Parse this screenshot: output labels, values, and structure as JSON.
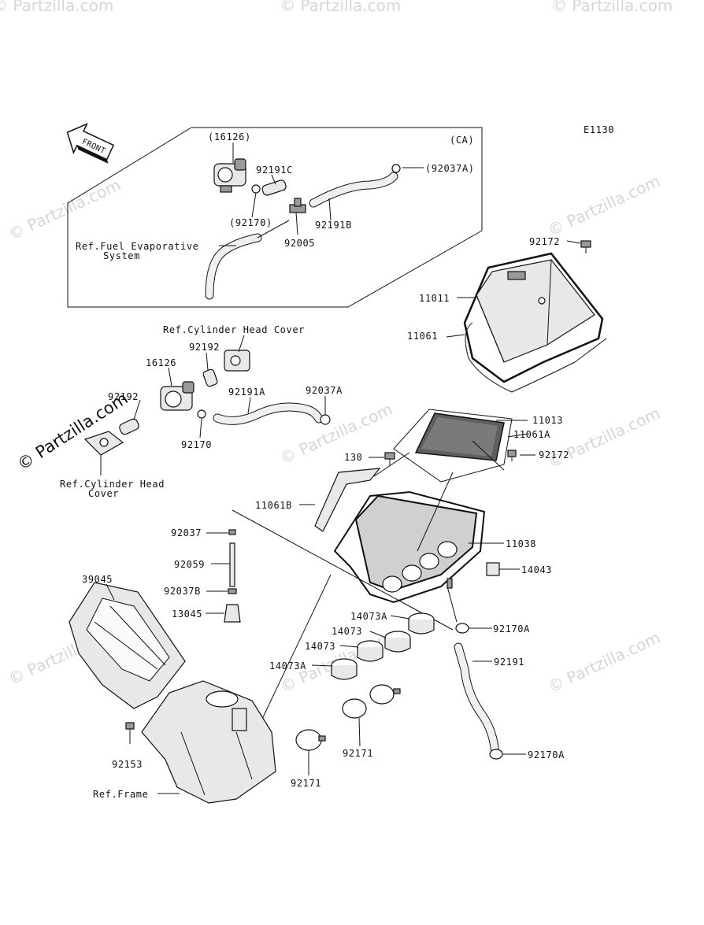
{
  "diagram_code": "E1130",
  "front_arrow": "FRONT",
  "ca_label": "(CA)",
  "watermark_main": "© Partzilla.com",
  "watermark_repeat": "© Partzilla.com",
  "callouts": {
    "p16126ca": "(16126)",
    "p92191c": "92191C",
    "p92037a_ca": "(92037A)",
    "p92170ca": "(92170)",
    "p92191b": "92191B",
    "p92005": "92005",
    "ref_fuel_1": "Ref.Fuel Evaporative",
    "ref_fuel_2": "System",
    "p92172_top": "92172",
    "p11011": "11011",
    "p11061": "11061",
    "ref_cyl_head_top": "Ref.Cylinder Head Cover",
    "p92192": "92192",
    "p16126": "16126",
    "p92191a": "92191A",
    "p92037a": "92037A",
    "p92192_left": "92192",
    "p92170": "92170",
    "ref_cyl_head_left_1": "Ref.Cylinder Head",
    "ref_cyl_head_left_2": "Cover",
    "p11013": "11013",
    "p11061a": "11061A",
    "p130": "130",
    "p92172_mid": "92172",
    "p11061b": "11061B",
    "p92037": "92037",
    "p11038": "11038",
    "p92059": "92059",
    "p14043": "14043",
    "p39045": "39045",
    "p92037b": "92037B",
    "p13045": "13045",
    "p14073a_top": "14073A",
    "p92170a_top": "92170A",
    "p14073_1": "14073",
    "p14073_2": "14073",
    "p92191": "92191",
    "p14073a_bot": "14073A",
    "p92153": "92153",
    "p92171_right": "92171",
    "p92170a_bot": "92170A",
    "p92171_left": "92171",
    "ref_frame": "Ref.Frame"
  }
}
